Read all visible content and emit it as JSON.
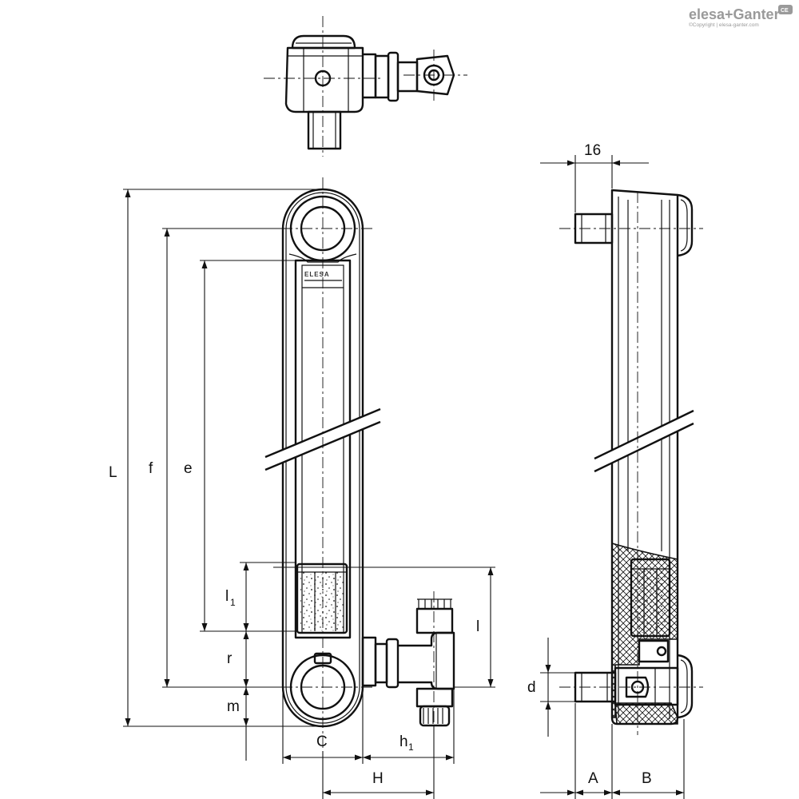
{
  "brand": {
    "logo_text": "elesa+Ganter",
    "copyright": "©Copyright | elesa-ganter.com",
    "badge": "CE"
  },
  "product_marking": "ELESA",
  "dimensions": {
    "L": "L",
    "f": "f",
    "e": "e",
    "l1": "l",
    "l1_sub": "1",
    "l": "l",
    "r": "r",
    "m": "m",
    "C": "C",
    "h1": "h",
    "h1_sub": "1",
    "H": "H",
    "d": "d",
    "A": "A",
    "B": "B",
    "sixteen": "16"
  }
}
